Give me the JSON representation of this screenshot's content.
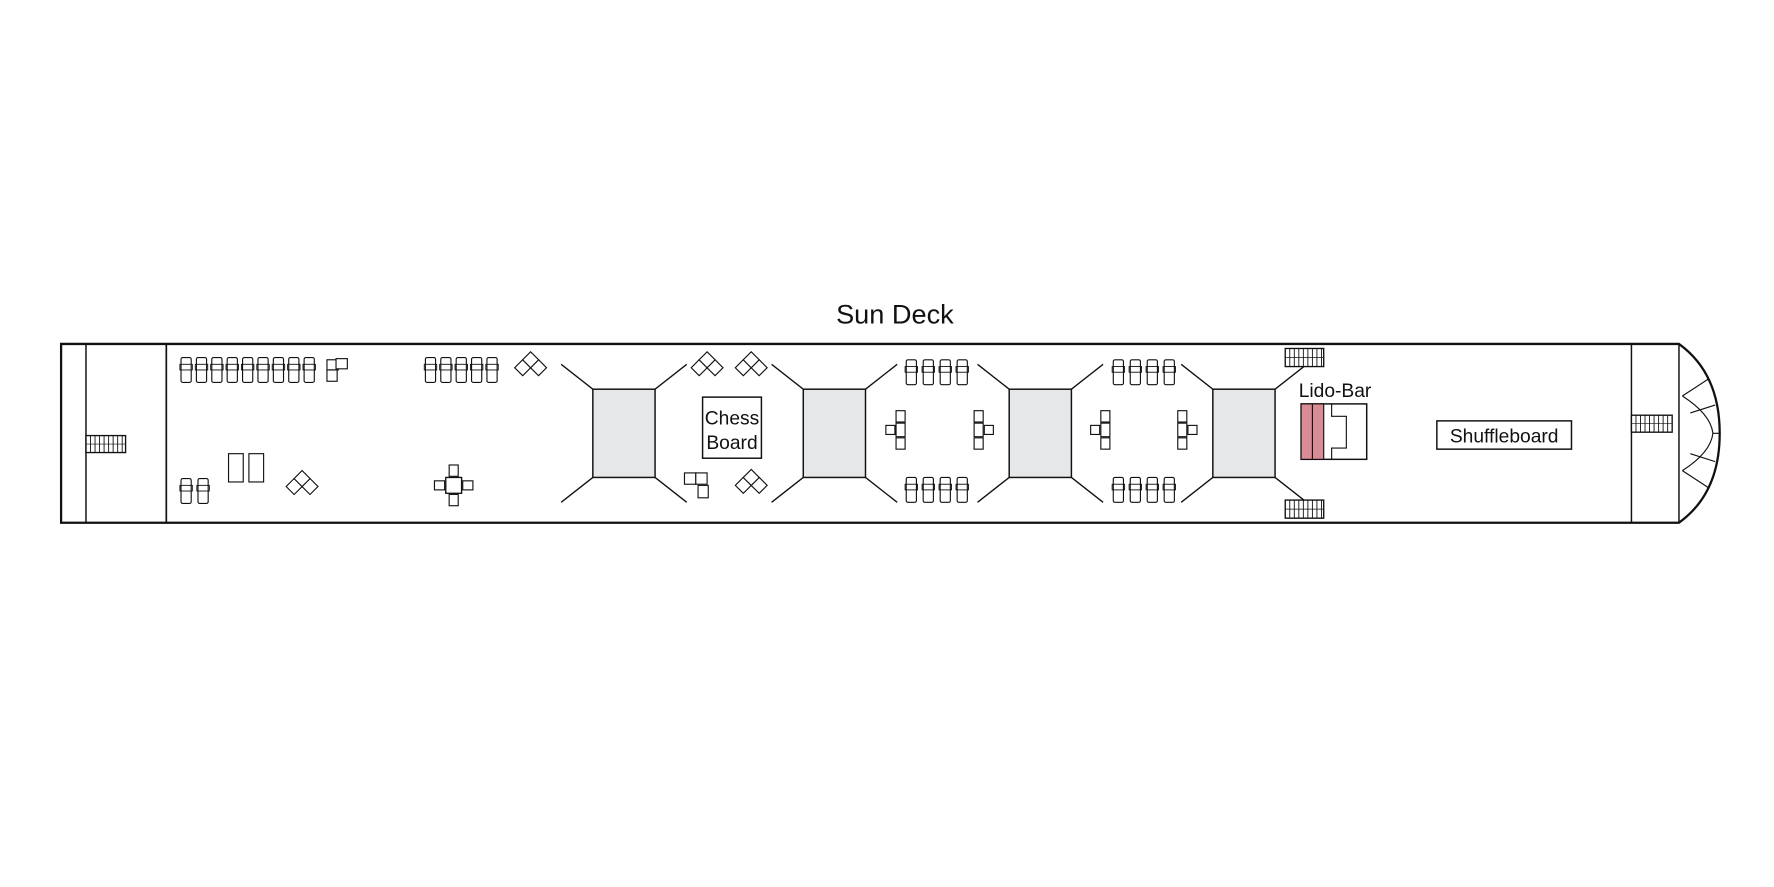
{
  "title": "Sun Deck",
  "labels": {
    "chess_line1": "Chess",
    "chess_line2": "Board",
    "lido_bar": "Lido-Bar",
    "shuffleboard": "Shuffleboard"
  },
  "colors": {
    "line": "#111111",
    "pool_fill": "#e6e7e8",
    "bar_accent": "#d98c96"
  }
}
